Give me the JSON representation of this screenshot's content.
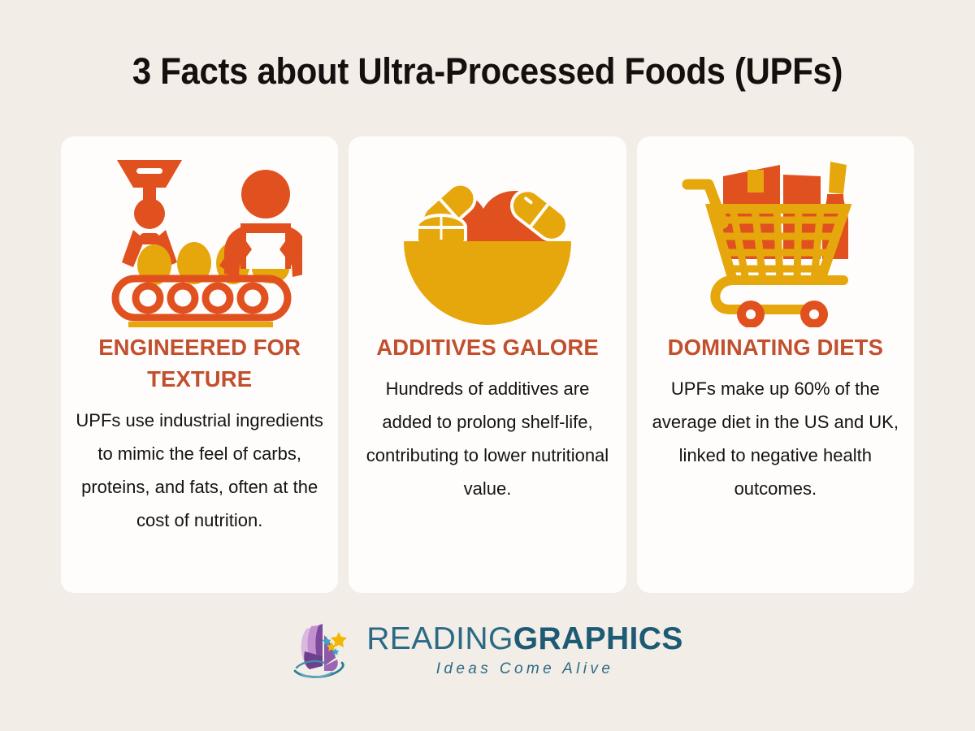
{
  "page": {
    "background_color": "#f2ede7",
    "title": "3 Facts about Ultra-Processed Foods (UPFs)",
    "title_color": "#15100e"
  },
  "theme": {
    "card_background": "#fffdfc",
    "heading_color": "#c1502e",
    "body_color": "#16120f",
    "icon_orange": "#e0511f",
    "icon_yellow": "#e5a70b"
  },
  "cards": [
    {
      "icon": "factory-conveyor-icon",
      "heading": "ENGINEERED FOR TEXTURE",
      "body": "UPFs use industrial ingredients to mimic the feel of carbs, proteins, and fats, often at the cost of nutrition."
    },
    {
      "icon": "bowl-of-pills-icon",
      "heading": "ADDITIVES GALORE",
      "body": "Hundreds of additives are added to prolong shelf-life, contributing to lower nutritional value."
    },
    {
      "icon": "shopping-cart-icon",
      "heading": "DOMINATING DIETS",
      "body": "UPFs make up 60% of the average diet in the US and UK, linked to negative health outcomes."
    }
  ],
  "logo": {
    "mark": "open-book-stars-icon",
    "word_light": "READING",
    "word_bold": "GRAPHICS",
    "tagline": "Ideas Come Alive",
    "color_light": "#2b6a85",
    "color_bold": "#1d5a74"
  }
}
